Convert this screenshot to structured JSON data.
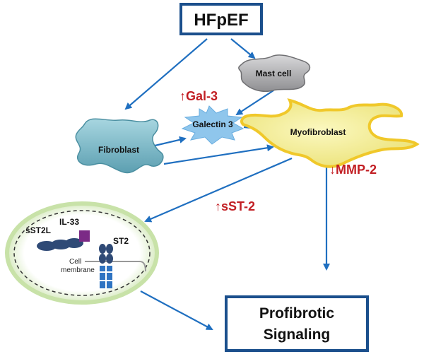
{
  "colors": {
    "arrow": "#1f6fc0",
    "red_text": "#c21f24",
    "box_border": "#1b4f8c",
    "fibroblast_fill": "#7bb8c6",
    "myofibroblast_fill": "#f1ec8a",
    "myofibroblast_glow": "#f7d21a",
    "mast_cell_fill": "#a8a8aa",
    "galectin_fill": "#8fc6ec",
    "membrane_halo": "#c8e2a8",
    "receptor_dark": "#2f4a76",
    "receptor_blue": "#2e73c2",
    "il33_fill": "#7b2a86"
  },
  "boxes": {
    "hfpef": "HFpEF",
    "profibrotic_line1": "Profibrotic",
    "profibrotic_line2": "Signaling"
  },
  "cells": {
    "mast_cell": "Mast cell",
    "galectin": "Galectin 3",
    "fibroblast": "Fibroblast",
    "myofibroblast": "Myofibroblast"
  },
  "markers": {
    "gal3": "↑Gal-3",
    "mmp2": "↓MMP-2",
    "sst2": "↑sST-2"
  },
  "inset": {
    "sst2l": "sST2L",
    "il33": "IL-33",
    "st2": "ST2",
    "membrane_line1": "Cell",
    "membrane_line2": "membrane"
  },
  "icons": {
    "arrowhead": "arrowhead-icon"
  }
}
